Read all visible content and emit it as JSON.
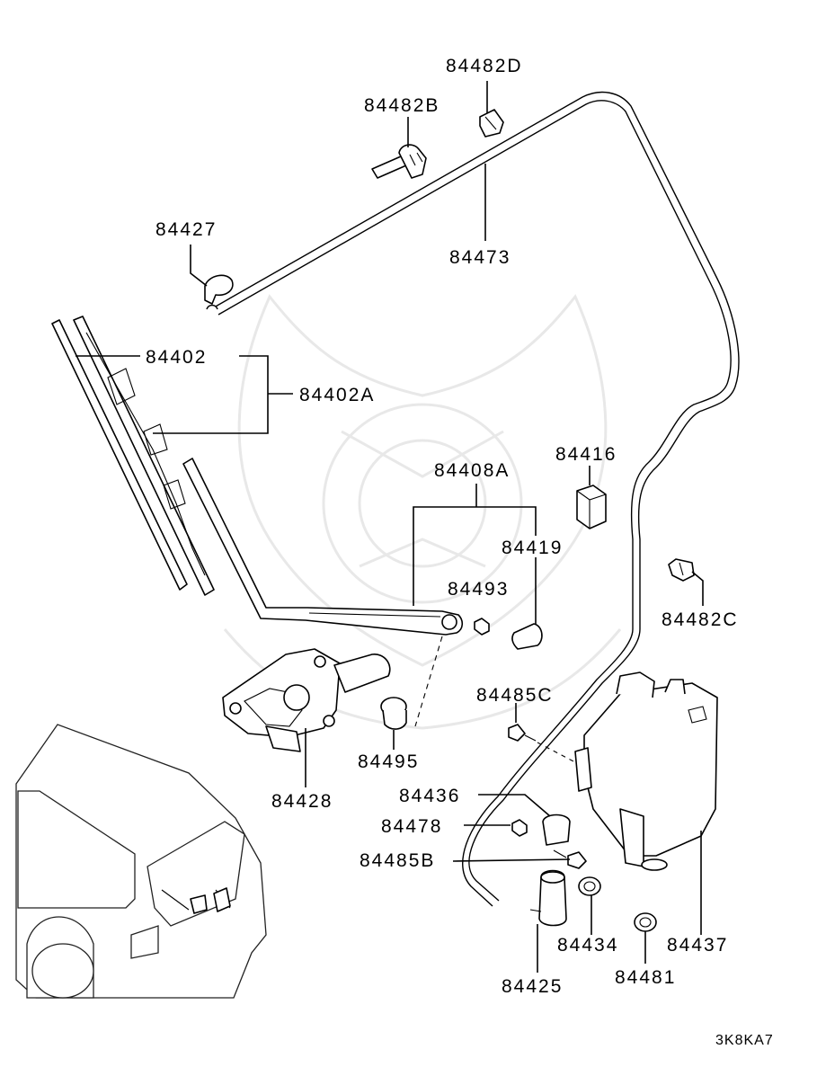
{
  "diagram_code": "3K8KA7",
  "parts": {
    "p84482D": "84482D",
    "p84482B": "84482B",
    "p84473": "84473",
    "p84427": "84427",
    "p84402": "84402",
    "p84402A": "84402A",
    "p84408A": "84408A",
    "p84416": "84416",
    "p84419": "84419",
    "p84493": "84493",
    "p84482C": "84482C",
    "p84485C": "84485C",
    "p84495": "84495",
    "p84428": "84428",
    "p84436": "84436",
    "p84478": "84478",
    "p84485B": "84485B",
    "p84434": "84434",
    "p84437": "84437",
    "p84481": "84481",
    "p84425": "84425"
  }
}
